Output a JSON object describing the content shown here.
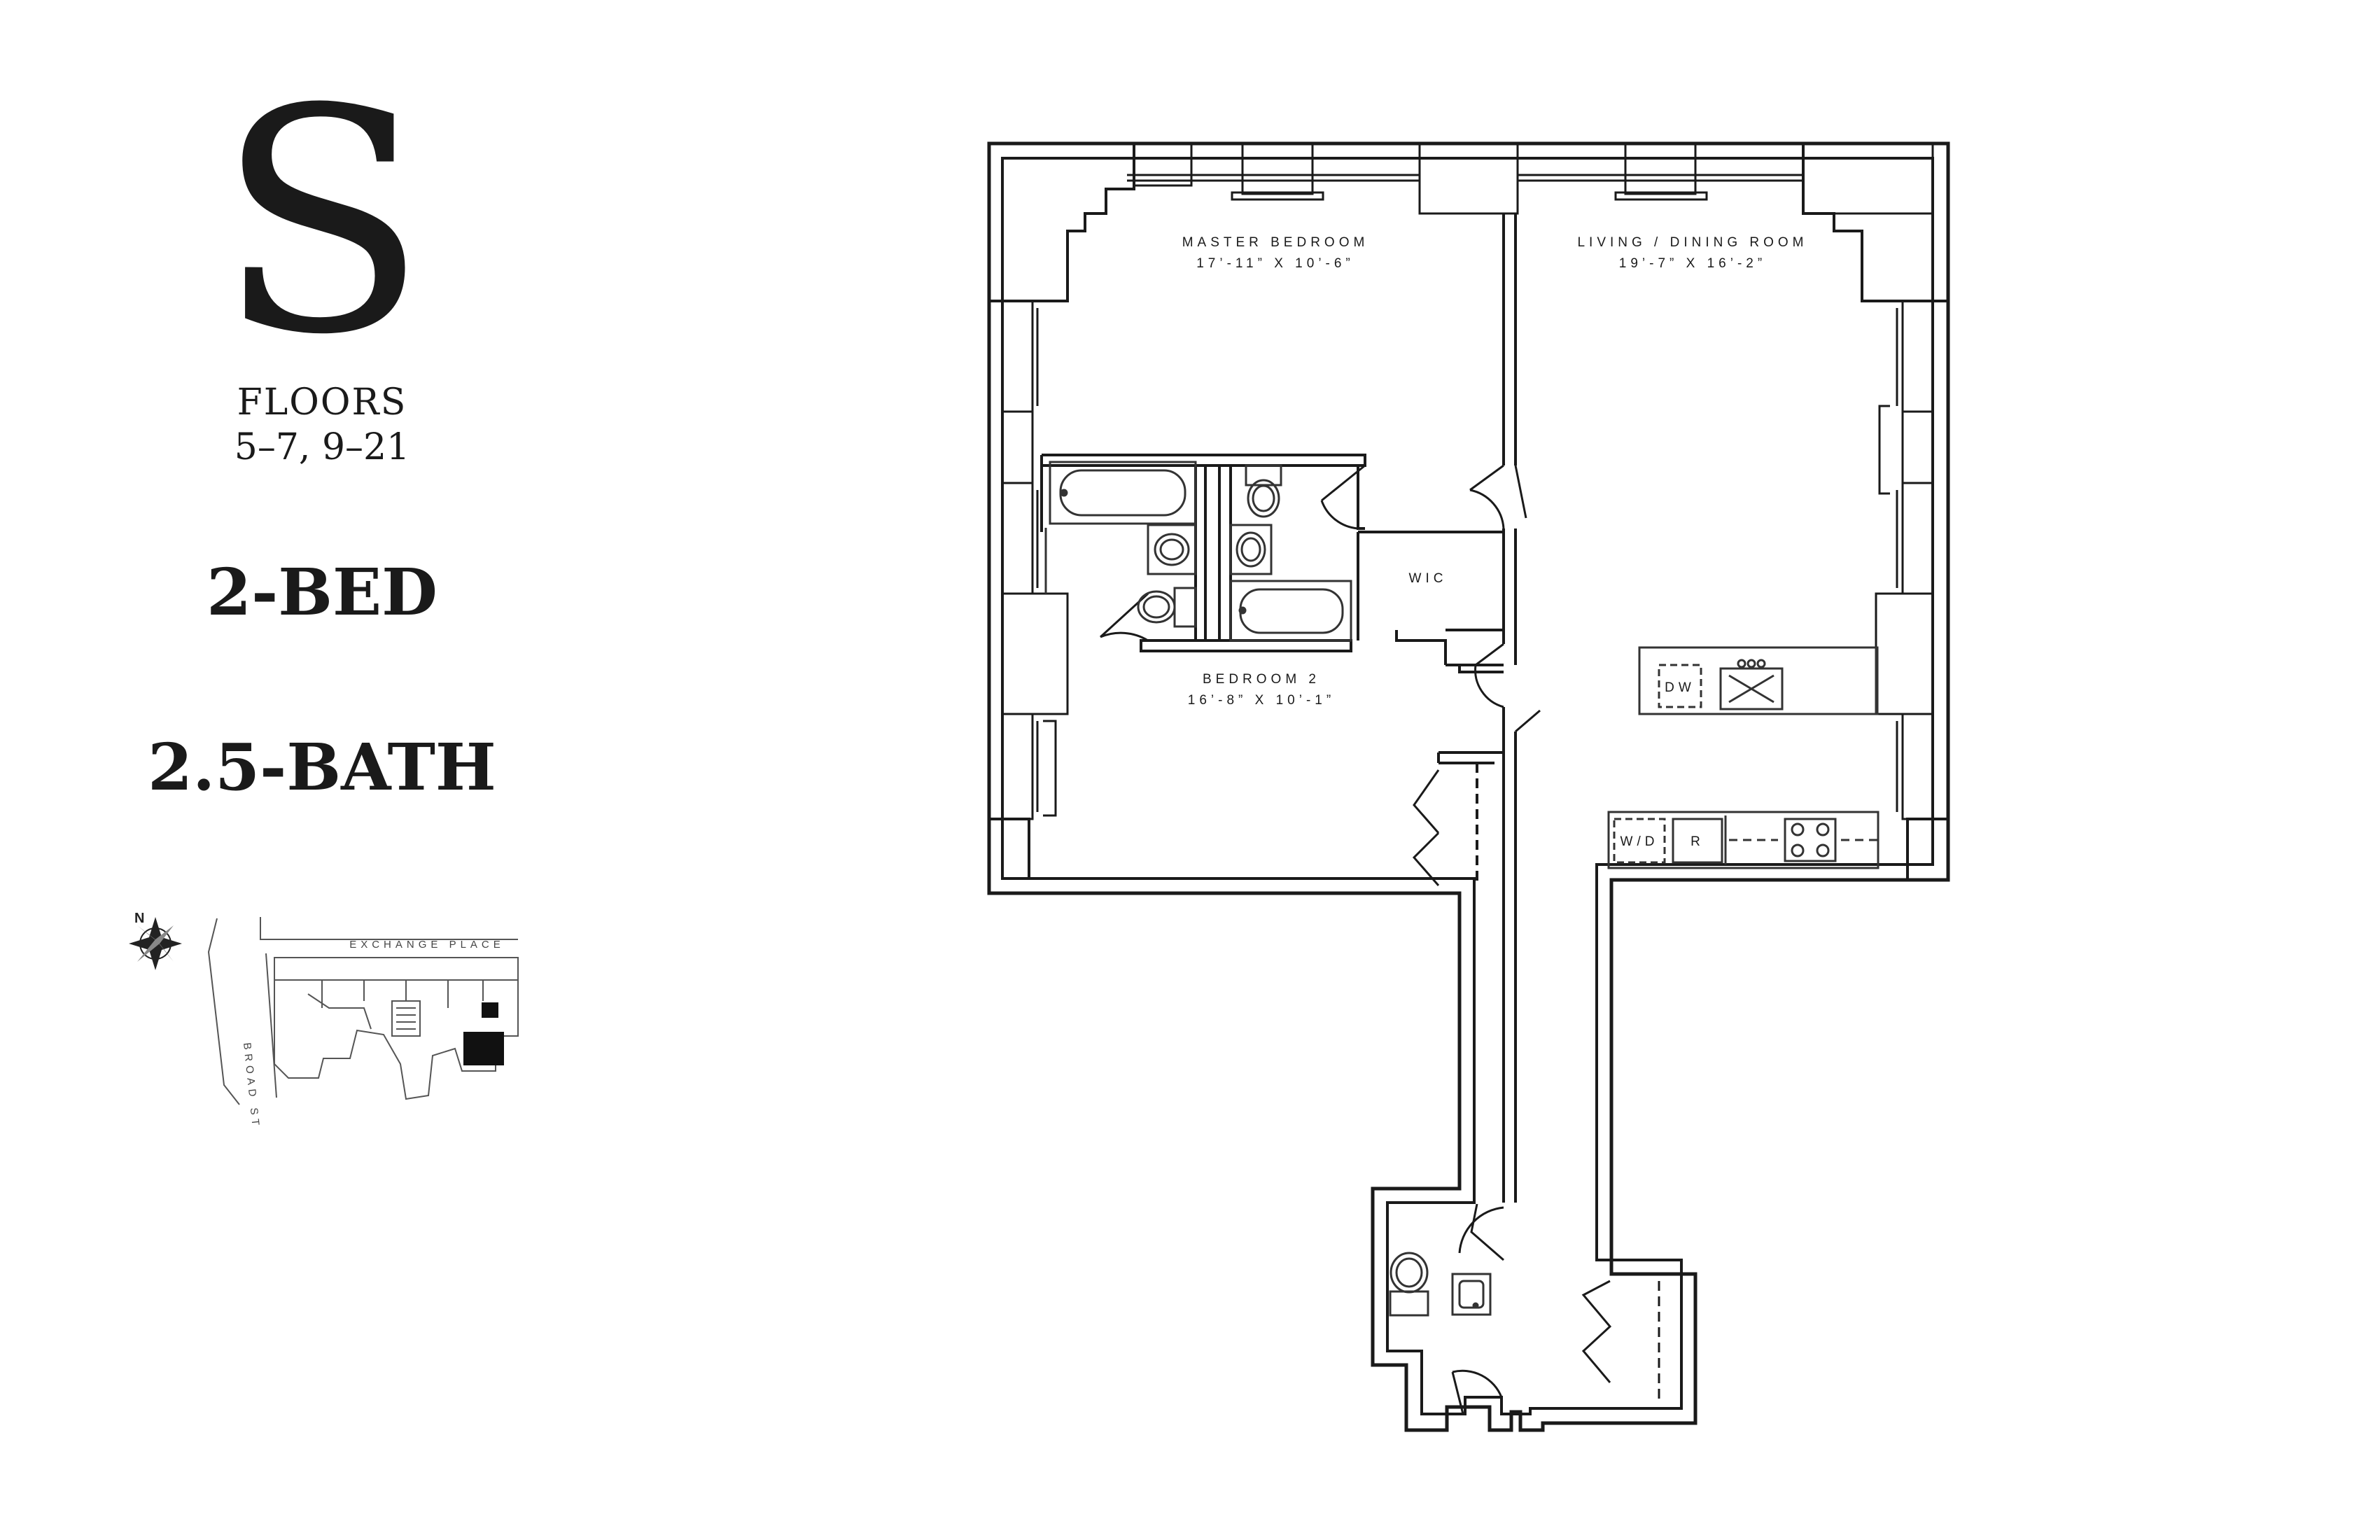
{
  "unit": {
    "letter": "S",
    "floors_title": "FLOORS",
    "floors_range": "5–7, 9–21",
    "beds": "2-BED",
    "baths": "2.5-BATH"
  },
  "rooms": {
    "master_bedroom": {
      "name": "MASTER BEDROOM",
      "dims": "17’-11” X 10’-6”"
    },
    "living_dining": {
      "name": "LIVING / DINING ROOM",
      "dims": "19’-7” X 16’-2”"
    },
    "bedroom_2": {
      "name": "BEDROOM 2",
      "dims": "16’-8” X 10’-1”"
    },
    "walk_in_closet": "WIC"
  },
  "appliances": {
    "dishwasher": "DW",
    "washer_dryer": "W/D",
    "refrigerator": "R"
  },
  "key_plan": {
    "north": "N",
    "street_top": "EXCHANGE PLACE",
    "street_left": "BROAD ST"
  },
  "colors": {
    "ink": "#1a1a1a",
    "highlight": "#111111",
    "fixture": "#333333"
  }
}
